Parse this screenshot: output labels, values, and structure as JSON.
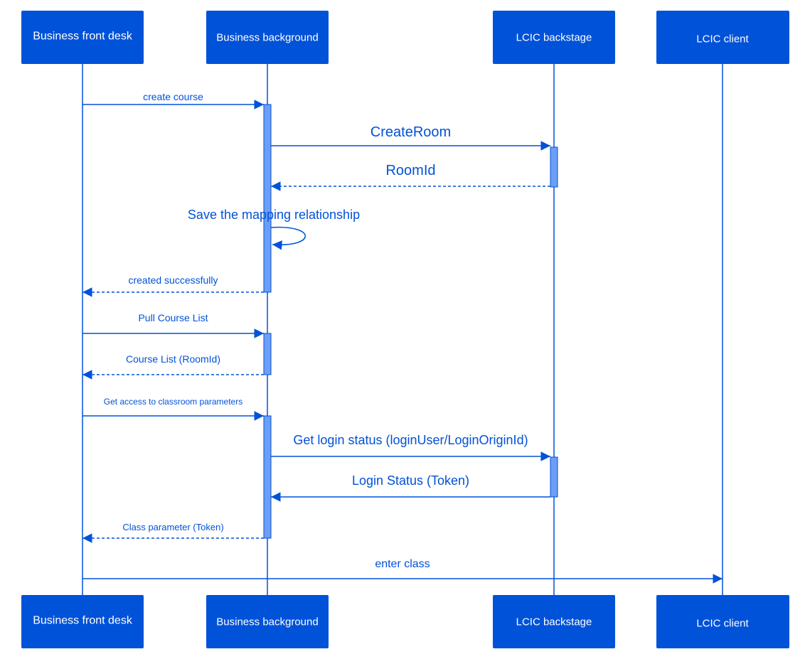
{
  "colors": {
    "primary": "#0052d9",
    "activation": "#6d9ef5",
    "actor_text": "#ffffff"
  },
  "actors": [
    {
      "id": "front",
      "label": "Business front desk"
    },
    {
      "id": "background",
      "label": "Business background"
    },
    {
      "id": "backstage",
      "label": "LCIC backstage"
    },
    {
      "id": "client",
      "label": "LCIC client"
    }
  ],
  "messages": [
    {
      "id": "create-course",
      "from": "front",
      "to": "background",
      "label": "create course",
      "style": "solid"
    },
    {
      "id": "create-room",
      "from": "background",
      "to": "backstage",
      "label": "CreateRoom",
      "style": "solid"
    },
    {
      "id": "room-id",
      "from": "backstage",
      "to": "background",
      "label": "RoomId",
      "style": "dashed"
    },
    {
      "id": "save-mapping",
      "from": "background",
      "to": "background",
      "label": "Save the mapping relationship",
      "style": "self"
    },
    {
      "id": "created-successfully",
      "from": "background",
      "to": "front",
      "label": "created successfully",
      "style": "dashed"
    },
    {
      "id": "pull-course-list",
      "from": "front",
      "to": "background",
      "label": "Pull Course List",
      "style": "solid"
    },
    {
      "id": "course-list",
      "from": "background",
      "to": "front",
      "label": "Course List (RoomId)",
      "style": "dashed"
    },
    {
      "id": "get-classroom-params",
      "from": "front",
      "to": "background",
      "label": "Get access to classroom parameters",
      "style": "solid"
    },
    {
      "id": "get-login-status",
      "from": "background",
      "to": "backstage",
      "label": "Get login status (loginUser/LoginOriginId)",
      "style": "solid"
    },
    {
      "id": "login-status",
      "from": "backstage",
      "to": "background",
      "label": "Login Status (Token)",
      "style": "solid"
    },
    {
      "id": "class-parameter",
      "from": "background",
      "to": "front",
      "label": "Class parameter (Token)",
      "style": "dashed"
    },
    {
      "id": "enter-class",
      "from": "front",
      "to": "client",
      "label": "enter class",
      "style": "solid"
    }
  ]
}
